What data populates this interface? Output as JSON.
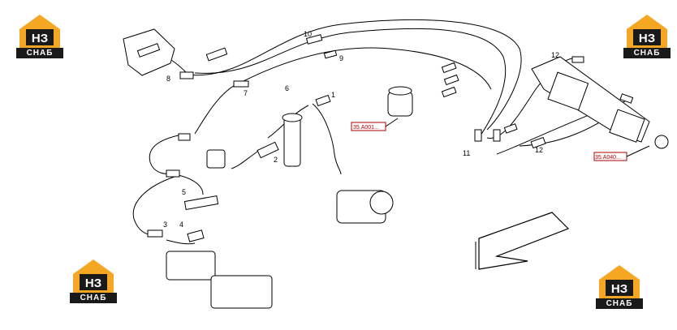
{
  "logos": [
    {
      "id": "top-left",
      "caption": "СНАБ",
      "mark": "НЗ"
    },
    {
      "id": "top-right",
      "caption": "СНАБ",
      "mark": "НЗ"
    },
    {
      "id": "bottom-left",
      "caption": "СНАБ",
      "mark": "НЗ"
    },
    {
      "id": "bottom-right",
      "caption": "СНАБ",
      "mark": "НЗ"
    }
  ],
  "callouts": {
    "c1": "1",
    "c2": "2",
    "c3": "3",
    "c4": "4",
    "c5": "5",
    "c6": "6",
    "c7": "7",
    "c8": "8",
    "c9": "9",
    "c10": "10",
    "c11": "11",
    "c12a": "12",
    "c12b": "12"
  },
  "references": {
    "ref1": "35.A001...",
    "ref2": "35.A040..."
  },
  "colors": {
    "logo_orange": "#f5a623",
    "logo_dark": "#1a1a1a",
    "ref_red": "#b00000"
  }
}
